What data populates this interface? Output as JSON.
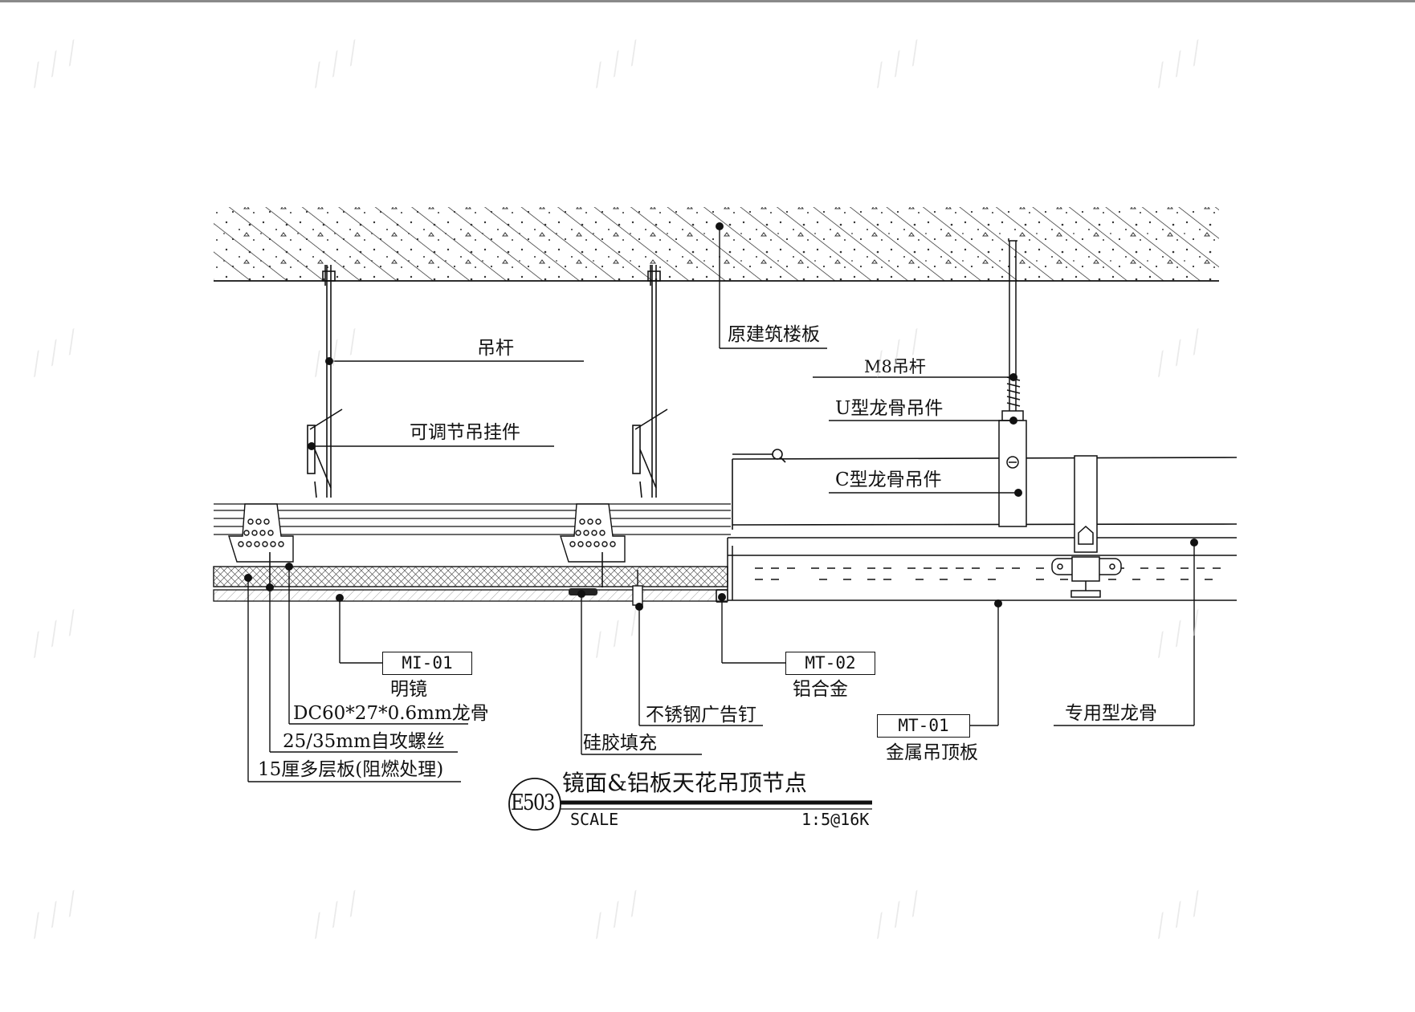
{
  "labels": {
    "slab": "原建筑楼板",
    "rod": "吊杆",
    "adjustable_hanger": "可调节吊挂件",
    "m8_rod": "M8吊杆",
    "u_hanger": "U型龙骨吊件",
    "c_hanger": "C型龙骨吊件",
    "mirror_desc": "明镜",
    "keel": "DC60*27*0.6mm龙骨",
    "screw": "25/35mm自攻螺丝",
    "plywood": "15厘多层板(阻燃处理)",
    "nail": "不锈钢广告钉",
    "silicone": "硅胶填充",
    "aluminum_desc": "铝合金",
    "metal_ceiling_desc": "金属吊顶板",
    "special_keel": "专用型龙骨"
  },
  "tags": {
    "mirror_code": "MI-01",
    "aluminum_code": "MT-02",
    "metal_code": "MT-01"
  },
  "title_block": {
    "code": "E503",
    "title": "镜面&铝板天花吊顶节点",
    "scale_label": "SCALE",
    "scale_value": "1:5@16K"
  },
  "colors": {
    "line": "#111111",
    "hatch": "#222222",
    "watermark": "#d9d9d9"
  }
}
